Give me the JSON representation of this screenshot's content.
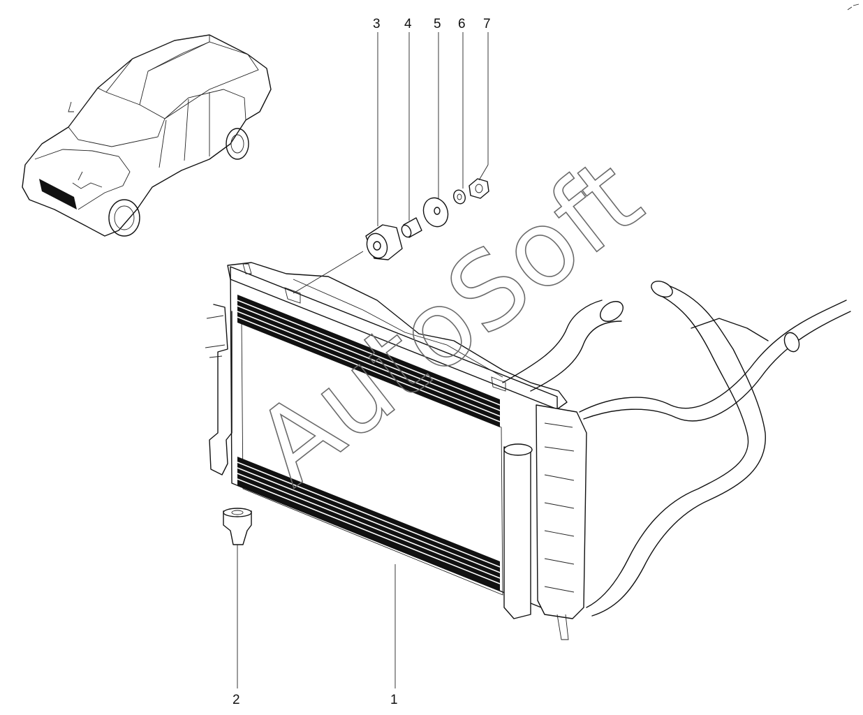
{
  "watermark": {
    "text": "AutoSoft"
  },
  "callouts": [
    {
      "id": "1",
      "label": "1"
    },
    {
      "id": "2",
      "label": "2"
    },
    {
      "id": "3",
      "label": "3"
    },
    {
      "id": "4",
      "label": "4"
    },
    {
      "id": "5",
      "label": "5"
    },
    {
      "id": "6",
      "label": "6"
    },
    {
      "id": "7",
      "label": "7"
    }
  ],
  "colors": {
    "line": "#111111",
    "watermark": "#6a6a6a",
    "background": "#ffffff"
  }
}
